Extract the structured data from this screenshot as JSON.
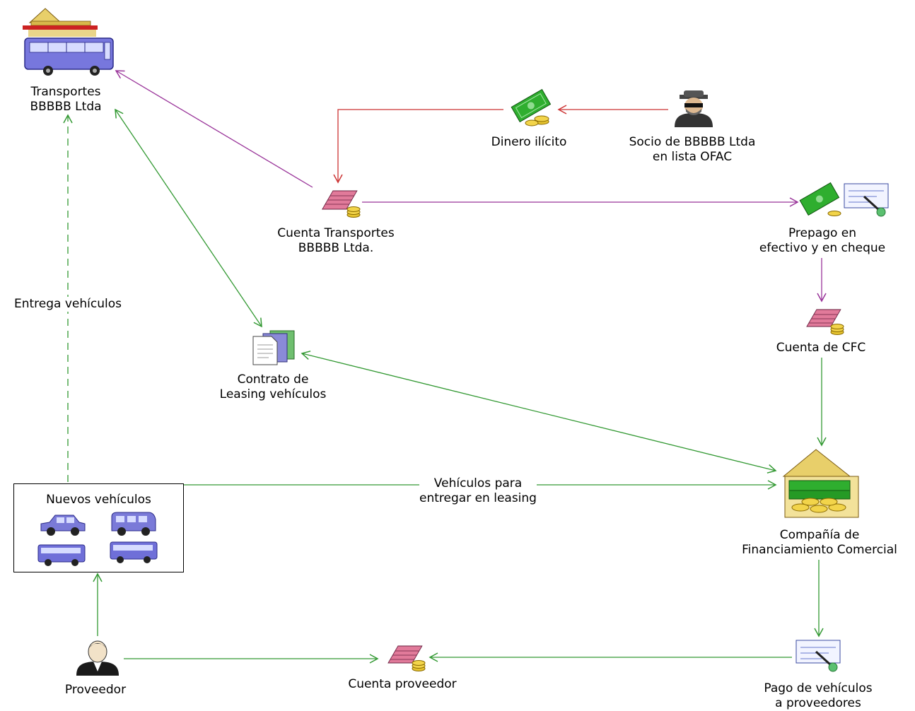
{
  "nodes": {
    "transportes": {
      "line1": "Transportes",
      "line2": "BBBBB Ltda"
    },
    "dinero": {
      "line1": "Dinero ilícito"
    },
    "socio": {
      "line1": "Socio de BBBBB Ltda",
      "line2": "en lista OFAC"
    },
    "cuenta_transportes": {
      "line1": "Cuenta Transportes",
      "line2": "BBBBB Ltda."
    },
    "prepago": {
      "line1": "Prepago en",
      "line2": "efectivo y en cheque"
    },
    "cuenta_cfc": {
      "line1": "Cuenta de CFC"
    },
    "contrato": {
      "line1": "Contrato de",
      "line2": "Leasing vehículos"
    },
    "nuevos": {
      "title": "Nuevos vehículos"
    },
    "compania": {
      "line1": "Compañía de",
      "line2": "Financiamiento Comercial"
    },
    "proveedor": {
      "line1": "Proveedor"
    },
    "cuenta_proveedor": {
      "line1": "Cuenta proveedor"
    },
    "pago": {
      "line1": "Pago de vehículos",
      "line2": "a proveedores"
    }
  },
  "edges": {
    "entrega": "Entrega vehículos",
    "vehiculos_leasing_1": "Vehículos para",
    "vehiculos_leasing_2": "entregar en leasing"
  },
  "colors": {
    "red": "#cc3333",
    "purple": "#993399",
    "green": "#339933"
  },
  "icons": [
    "bus-terminal-icon",
    "money-icon",
    "masked-person-icon",
    "bank-account-icon",
    "money-cheque-icon",
    "document-stack-icon",
    "car-icon",
    "van-icon",
    "bus-icon",
    "bank-building-icon",
    "person-icon",
    "cheque-icon"
  ]
}
